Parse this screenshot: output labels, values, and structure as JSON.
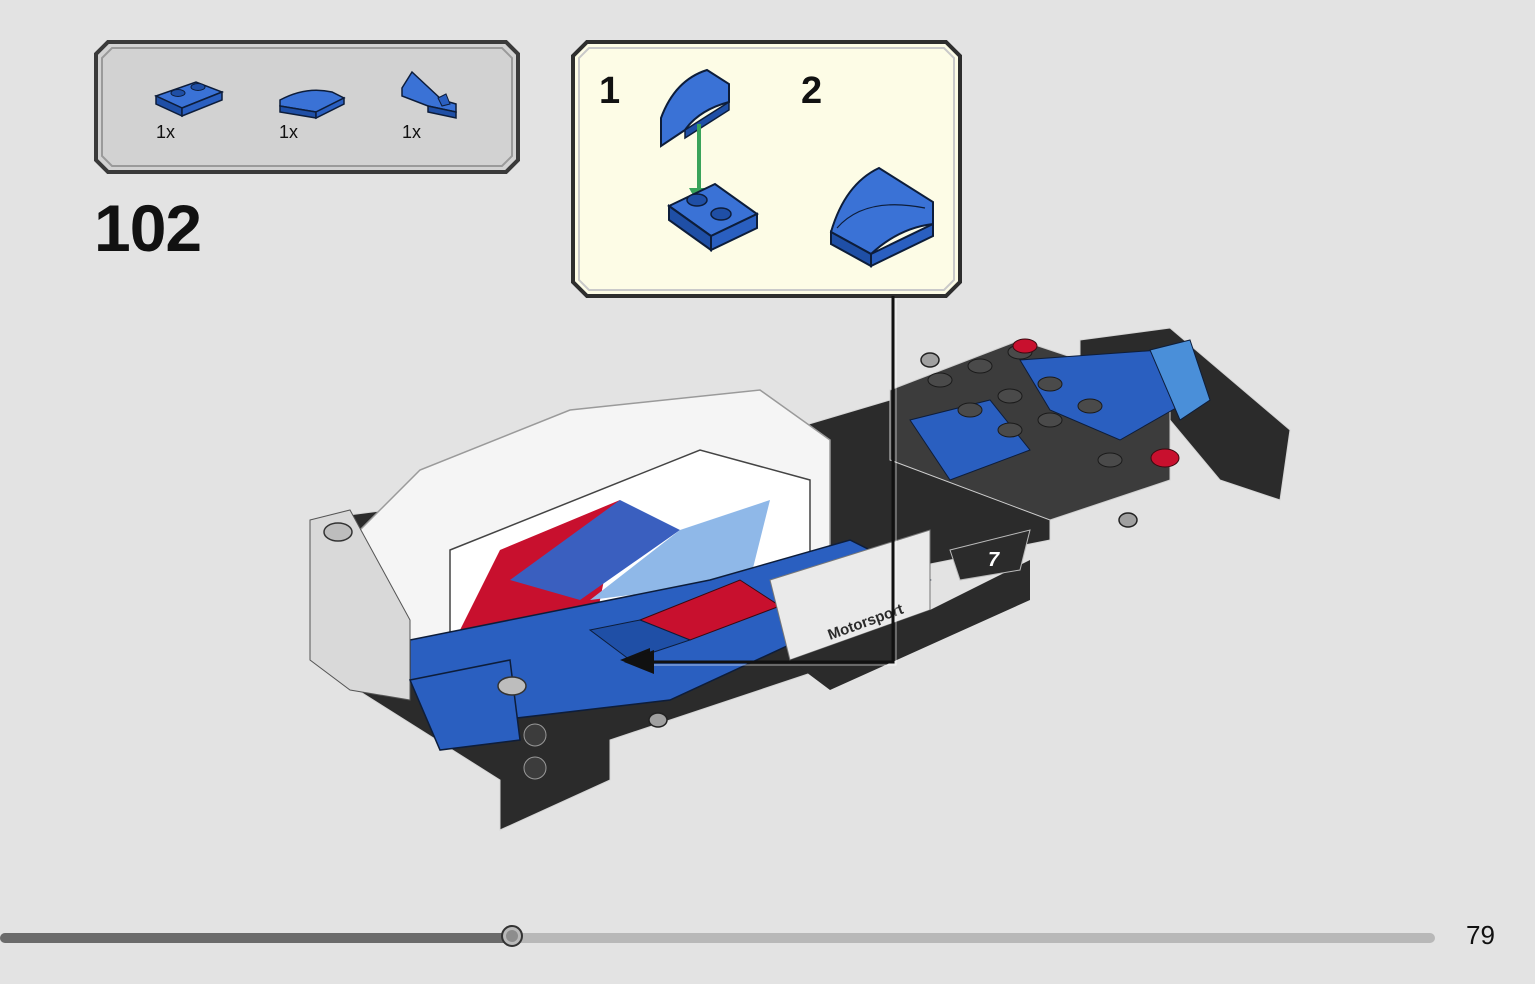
{
  "parts_list": {
    "items": [
      {
        "part": "blue-plate-1x2-icon",
        "qty": "1x"
      },
      {
        "part": "blue-curved-slope-icon",
        "qty": "1x"
      },
      {
        "part": "blue-wing-wedge-icon",
        "qty": "1x"
      }
    ]
  },
  "step": {
    "number": "102"
  },
  "substep": {
    "first_label": "1",
    "second_label": "2"
  },
  "progress": {
    "fraction": 0.357
  },
  "page": {
    "number": "79"
  },
  "illustration": {
    "decal_text": "Motorsport",
    "car_number": "7"
  },
  "colors": {
    "background": "#e3e3e3",
    "brick_blue": "#2a5fc0",
    "brick_dark": "#2b2b2b",
    "brick_red": "#c8102e",
    "arrow_green": "#3aa35a",
    "callout_bg": "#fdfce6"
  }
}
